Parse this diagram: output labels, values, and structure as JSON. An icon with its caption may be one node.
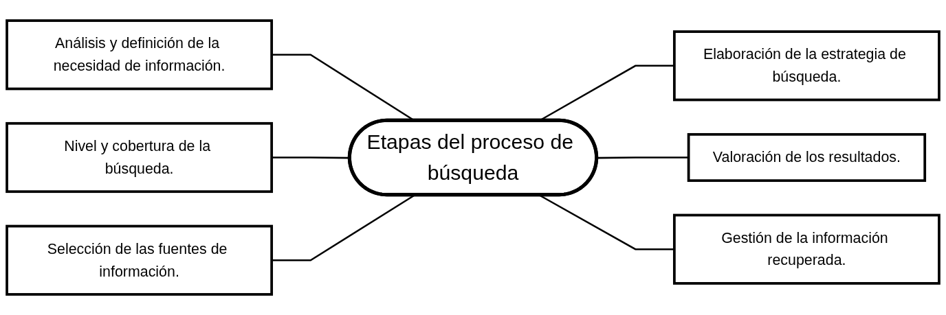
{
  "diagram": {
    "nodes": [
      {
        "text": [
          "Análisis y definición de la necesidad de información."
        ]
      },
      {
        "text": [
          "Elaboración de la estrategia de búsqueda."
        ]
      },
      {
        "text": [
          "Nivel y cobertura de la búsqueda."
        ]
      },
      {
        "text": [
          "Etapas del proceso de búsqueda"
        ]
      },
      {
        "text": [
          "Valoración de los resultados."
        ]
      },
      {
        "text": [
          "Selección de las fuentes de información."
        ]
      },
      {
        "text": [
          "Gestión de la información recuperada."
        ]
      }
    ],
    "edges": [
      {
        "from": 0,
        "to": 3,
        "arrow": "none"
      },
      {
        "from": 3,
        "to": 1,
        "arrow": "none"
      },
      {
        "from": 2,
        "to": 3,
        "arrow": "none"
      },
      {
        "from": 3,
        "to": 4,
        "arrow": "none"
      },
      {
        "from": 5,
        "to": 3,
        "arrow": "none"
      },
      {
        "from": 3,
        "to": 6,
        "arrow": "none"
      }
    ]
  }
}
